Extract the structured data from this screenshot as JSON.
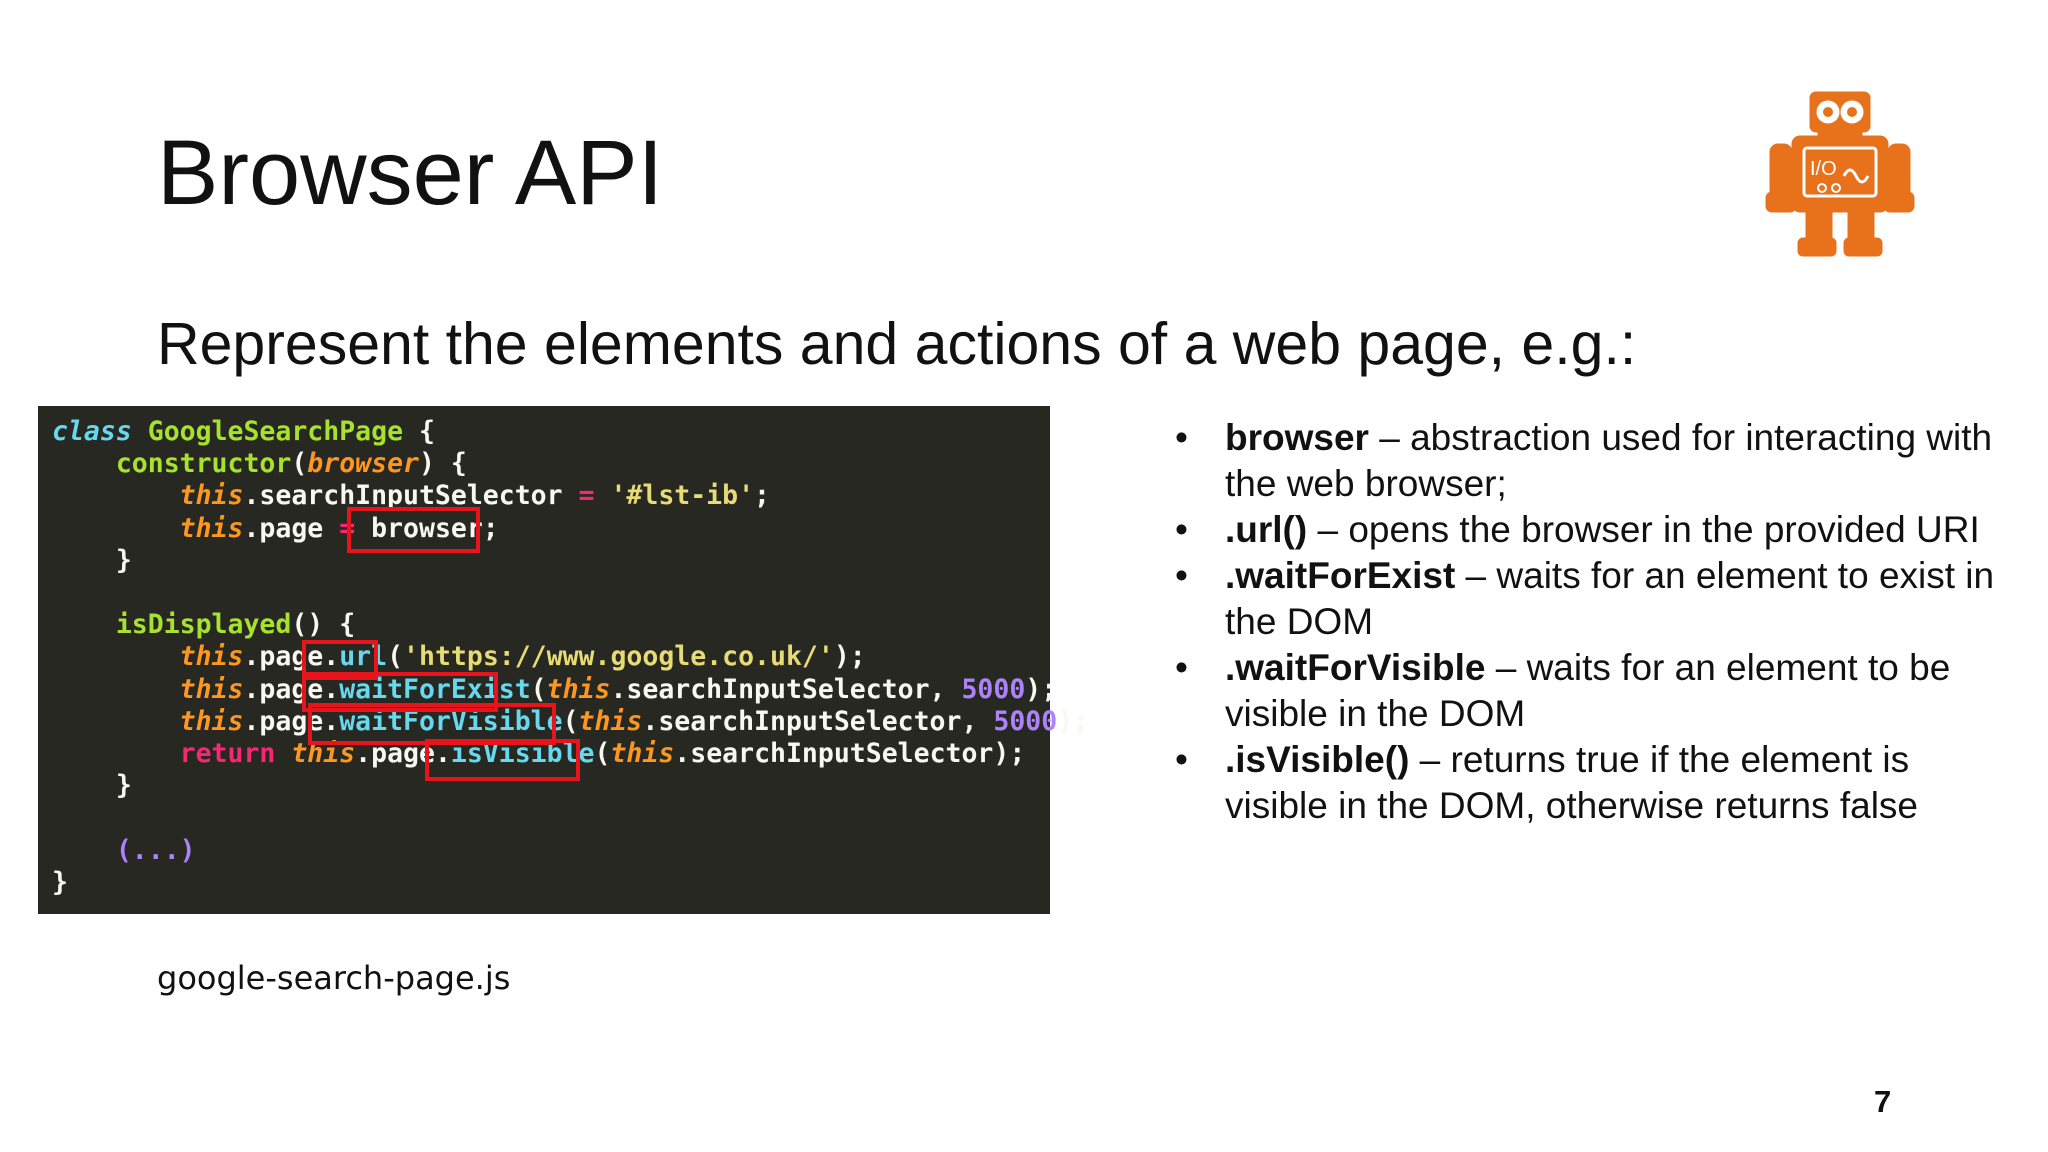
{
  "slide": {
    "title": "Browser API",
    "subtitle": "Represent the elements and actions of a web page, e.g.:",
    "filename": "google-search-page.js",
    "page_number": "7"
  },
  "code": {
    "lines": [
      "class GoogleSearchPage {",
      "    constructor(browser) {",
      "        this.searchInputSelector = '#lst-ib';",
      "        this.page = browser;",
      "    }",
      "",
      "    isDisplayed() {",
      "        this.page.url('https://www.google.co.uk/');",
      "        this.page.waitForExist(this.searchInputSelector, 5000);",
      "        this.page.waitForVisible(this.searchInputSelector, 5000);",
      "        return this.page.isVisible(this.searchInputSelector);",
      "    }",
      "",
      "    (...)",
      "}"
    ],
    "highlight_color": "#e8141c",
    "background": "#272822"
  },
  "bullets": [
    {
      "term": "browser",
      "desc": " – abstraction used for interacting with the web browser;"
    },
    {
      "term": ".url()",
      "desc": " – opens the browser in the provided URI"
    },
    {
      "term": ".waitForExist",
      "desc": " – waits for an element to exist in the DOM"
    },
    {
      "term": ".waitForVisible",
      "desc": " – waits for an element to be visible in the DOM"
    },
    {
      "term": ".isVisible()",
      "desc": " – returns true if the element is visible in the DOM, otherwise returns false"
    }
  ],
  "logo": {
    "icon": "robot-icon",
    "text": "I/O",
    "color": "#e8711c"
  }
}
